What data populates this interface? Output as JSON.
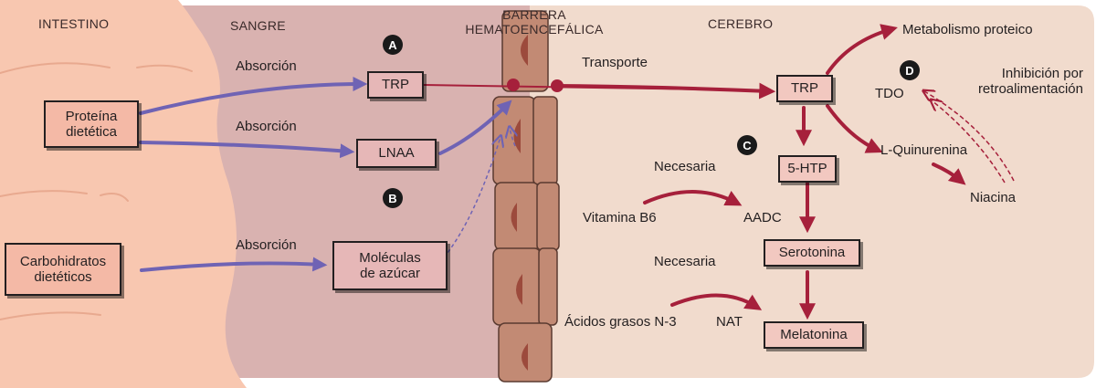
{
  "regions": {
    "intestine": "INTESTINO",
    "blood": "SANGRE",
    "barrier": "BARRERA\nHEMATOENCEFÁLICA",
    "brain": "CEREBRO"
  },
  "badges": {
    "a": "A",
    "b": "B",
    "c": "C",
    "d": "D"
  },
  "boxes": {
    "protein": "Proteína\ndietética",
    "carbs": "Carbohidratos\ndietéticos",
    "trp_blood": "TRP",
    "lnaa": "LNAA",
    "sugar": "Moléculas\nde azúcar",
    "trp_brain": "TRP",
    "htp": "5-HTP",
    "serotonin": "Serotonina",
    "melatonin": "Melatonina"
  },
  "labels": {
    "absorption_1": "Absorción",
    "absorption_2": "Absorción",
    "absorption_3": "Absorción",
    "transport": "Transporte",
    "protein_metabolism": "Metabolismo proteico",
    "tdo": "TDO",
    "feedback": "Inhibición por\nretroalimentación",
    "kynurenine": "L-Quinurenina",
    "niacin": "Niacina",
    "required_1": "Necesaria",
    "vitamin_b6": "Vitamina B6",
    "aadc": "AADC",
    "required_2": "Necesaria",
    "fatty_acids": "Ácidos grasos N-3",
    "nat": "NAT"
  },
  "colors": {
    "intestine": "#f8c7b0",
    "blood": "#d9b2b0",
    "brain": "#f1dbcd",
    "barrier_cell": "#c28a74",
    "absorption_arrow": "#6f63b4",
    "pathway_arrow": "#a6203b"
  }
}
